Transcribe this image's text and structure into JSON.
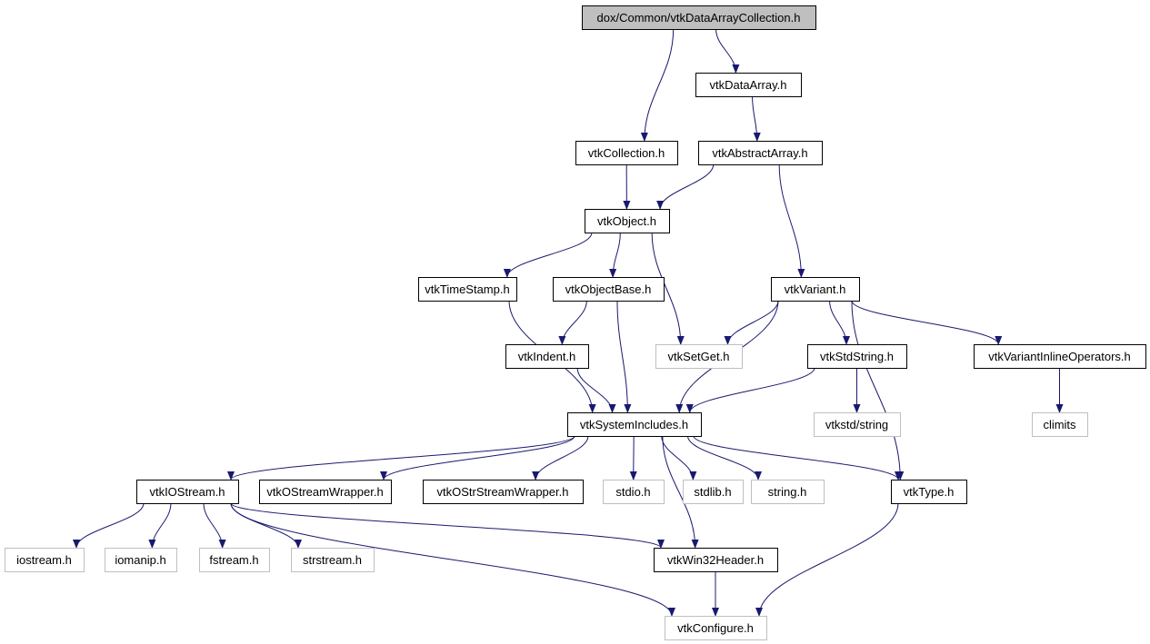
{
  "graph": {
    "colors": {
      "edge": "#191970",
      "root_fill": "#bfbfbf",
      "linked_border": "#000000",
      "external_border": "#bfbfbf"
    },
    "nodes": [
      {
        "id": "root",
        "label": "dox/Common/vtkDataArrayCollection.h",
        "kind": "root"
      },
      {
        "id": "dataarray",
        "label": "vtkDataArray.h",
        "kind": "linked"
      },
      {
        "id": "collection",
        "label": "vtkCollection.h",
        "kind": "linked"
      },
      {
        "id": "abstractarray",
        "label": "vtkAbstractArray.h",
        "kind": "linked"
      },
      {
        "id": "object",
        "label": "vtkObject.h",
        "kind": "linked"
      },
      {
        "id": "timestamp",
        "label": "vtkTimeStamp.h",
        "kind": "linked"
      },
      {
        "id": "objectbase",
        "label": "vtkObjectBase.h",
        "kind": "linked"
      },
      {
        "id": "variant",
        "label": "vtkVariant.h",
        "kind": "linked"
      },
      {
        "id": "indent",
        "label": "vtkIndent.h",
        "kind": "linked"
      },
      {
        "id": "setget",
        "label": "vtkSetGet.h",
        "kind": "external"
      },
      {
        "id": "stdstring",
        "label": "vtkStdString.h",
        "kind": "linked"
      },
      {
        "id": "variantinline",
        "label": "vtkVariantInlineOperators.h",
        "kind": "linked"
      },
      {
        "id": "systemincludes",
        "label": "vtkSystemIncludes.h",
        "kind": "linked"
      },
      {
        "id": "vtkstdstring",
        "label": "vtkstd/string",
        "kind": "external"
      },
      {
        "id": "climits",
        "label": "climits",
        "kind": "external"
      },
      {
        "id": "iostream_h",
        "label": "vtkIOStream.h",
        "kind": "linked"
      },
      {
        "id": "ostreamwrapper",
        "label": "vtkOStreamWrapper.h",
        "kind": "linked"
      },
      {
        "id": "ostrstreamwrapper",
        "label": "vtkOStrStreamWrapper.h",
        "kind": "linked"
      },
      {
        "id": "stdio",
        "label": "stdio.h",
        "kind": "external"
      },
      {
        "id": "stdlib",
        "label": "stdlib.h",
        "kind": "external"
      },
      {
        "id": "string",
        "label": "string.h",
        "kind": "external"
      },
      {
        "id": "type",
        "label": "vtkType.h",
        "kind": "linked"
      },
      {
        "id": "iostream",
        "label": "iostream.h",
        "kind": "external"
      },
      {
        "id": "iomanip",
        "label": "iomanip.h",
        "kind": "external"
      },
      {
        "id": "fstream",
        "label": "fstream.h",
        "kind": "external"
      },
      {
        "id": "strstream",
        "label": "strstream.h",
        "kind": "external"
      },
      {
        "id": "win32header",
        "label": "vtkWin32Header.h",
        "kind": "linked"
      },
      {
        "id": "configure",
        "label": "vtkConfigure.h",
        "kind": "external"
      }
    ],
    "edges": [
      [
        "root",
        "collection"
      ],
      [
        "root",
        "dataarray"
      ],
      [
        "dataarray",
        "abstractarray"
      ],
      [
        "collection",
        "object"
      ],
      [
        "abstractarray",
        "object"
      ],
      [
        "abstractarray",
        "variant"
      ],
      [
        "object",
        "timestamp"
      ],
      [
        "object",
        "objectbase"
      ],
      [
        "object",
        "setget"
      ],
      [
        "timestamp",
        "systemincludes"
      ],
      [
        "objectbase",
        "indent"
      ],
      [
        "objectbase",
        "systemincludes"
      ],
      [
        "indent",
        "systemincludes"
      ],
      [
        "variant",
        "setget"
      ],
      [
        "variant",
        "systemincludes"
      ],
      [
        "variant",
        "stdstring"
      ],
      [
        "variant",
        "variantinline"
      ],
      [
        "variant",
        "type"
      ],
      [
        "stdstring",
        "systemincludes"
      ],
      [
        "stdstring",
        "vtkstdstring"
      ],
      [
        "variantinline",
        "climits"
      ],
      [
        "systemincludes",
        "iostream_h"
      ],
      [
        "systemincludes",
        "ostreamwrapper"
      ],
      [
        "systemincludes",
        "ostrstreamwrapper"
      ],
      [
        "systemincludes",
        "stdio"
      ],
      [
        "systemincludes",
        "stdlib"
      ],
      [
        "systemincludes",
        "string"
      ],
      [
        "systemincludes",
        "type"
      ],
      [
        "systemincludes",
        "win32header"
      ],
      [
        "iostream_h",
        "iostream"
      ],
      [
        "iostream_h",
        "iomanip"
      ],
      [
        "iostream_h",
        "fstream"
      ],
      [
        "iostream_h",
        "strstream"
      ],
      [
        "iostream_h",
        "win32header"
      ],
      [
        "iostream_h",
        "configure"
      ],
      [
        "win32header",
        "configure"
      ],
      [
        "type",
        "configure"
      ]
    ]
  }
}
